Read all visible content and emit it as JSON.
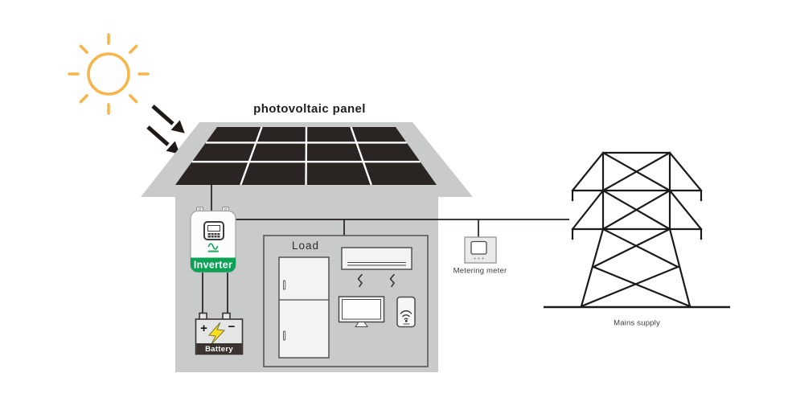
{
  "diagram": {
    "title": "photovoltaic panel",
    "house": {
      "load_label": "Load"
    },
    "inverter": {
      "label": "Inverter"
    },
    "battery": {
      "label": "Battery",
      "plus": "+",
      "minus": "−"
    },
    "meter": {
      "label": "Metering meter"
    },
    "grid": {
      "label": "Mains supply"
    },
    "colors": {
      "house_gray": "#c9cbca",
      "panel_dark": "#2a2422",
      "sun_yellow": "#f7b64c",
      "inverter_green": "#0aa355",
      "bolt_yellow": "#ffe01a",
      "battery_band": "#3a3330",
      "wire_dark": "#231f20",
      "appliance_fill": "#f3f3f3",
      "outline_dark": "#4a4a4a"
    },
    "icons": {
      "sun": "sun-icon",
      "sunlight_arrows": "sunlight-arrow-icon",
      "pv_panel": "solar-panel-icon",
      "inverter": "inverter-unit",
      "battery": "battery-unit",
      "fridge": "fridge-icon",
      "air_conditioner": "air-conditioner-icon",
      "tv": "tv-icon",
      "smartphone": "smartphone-icon",
      "meter": "energy-meter-icon",
      "tower": "transmission-tower-icon",
      "bolt": "lightning-bolt-icon"
    }
  }
}
